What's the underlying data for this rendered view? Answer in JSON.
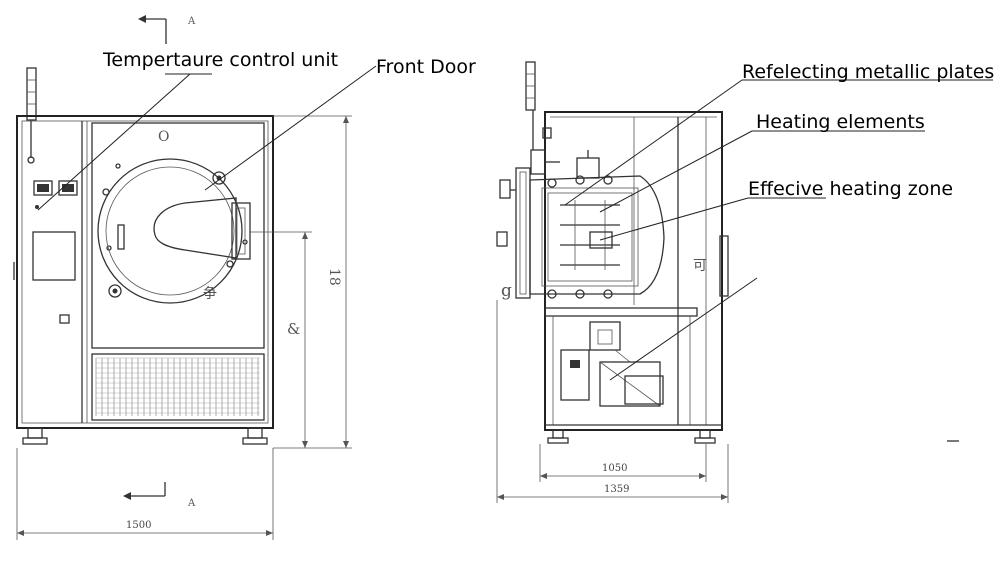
{
  "callouts": {
    "temperature_control_unit": "Tempertaure control unit",
    "front_door": "Front Door",
    "reflecting_plates": "Refelecting metallic plates",
    "heating_elements": "Heating elements",
    "effective_heating_zone": "Effecive heating zone"
  },
  "section_marks": {
    "top": "A",
    "bottom": "A"
  },
  "dimensions": {
    "front_width": "1500",
    "front_height": "18",
    "front_inner": "&",
    "side_inner_width": "1050",
    "side_total_width": "1359"
  },
  "glyphs": {
    "door_circle_mark": "O",
    "door_char": "争",
    "side_char": "可",
    "side_letter": "g"
  }
}
